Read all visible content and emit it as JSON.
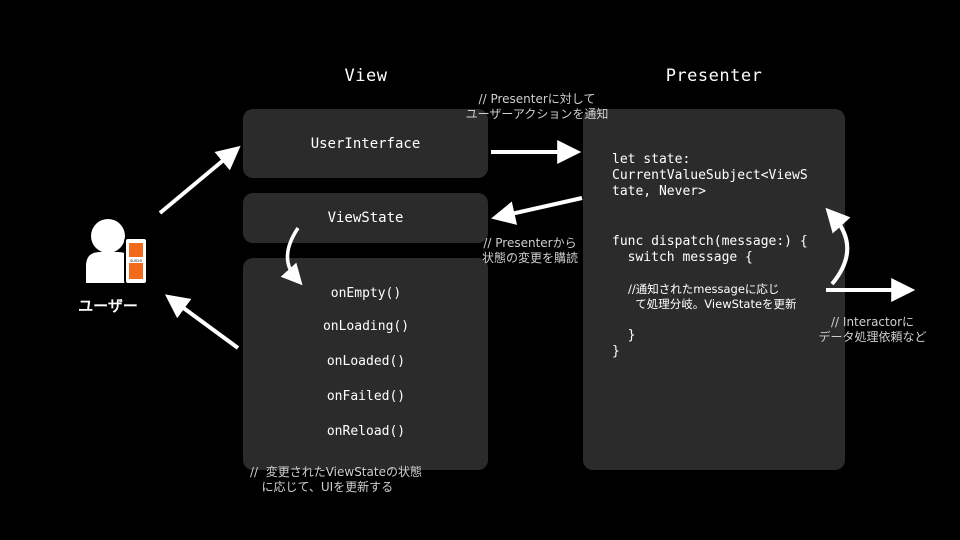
{
  "view": {
    "title": "View",
    "user_interface": "UserInterface",
    "view_state": "ViewState",
    "callbacks": [
      "onEmpty()",
      "onLoading()",
      "onLoaded()",
      "onFailed()",
      "onReload()"
    ],
    "bottom_note": "//  変更されたViewStateの状態\n   に応じて、UIを更新する"
  },
  "presenter": {
    "title": "Presenter",
    "code_state": "let state:\nCurrentValueSubject<ViewS\ntate, Never>",
    "code_dispatch": "func dispatch(message:) {\n  switch message {",
    "code_comment": "//通知されたmessageに応じ\n  て処理分岐。ViewStateを更新",
    "code_close": "  }\n}"
  },
  "notes": {
    "to_presenter": "// Presenterに対して\nユーザーアクションを通知",
    "subscribe": "// Presenterから\n状態の変更を購読",
    "to_interactor": "// Interactorに\nデータ処理依頼など"
  },
  "user": {
    "label": "ユーザー",
    "phone_text": "SUICHI"
  },
  "colors": {
    "background": "#000000",
    "box": "#2b2b2b",
    "phone_accent": "#f26b1d"
  }
}
